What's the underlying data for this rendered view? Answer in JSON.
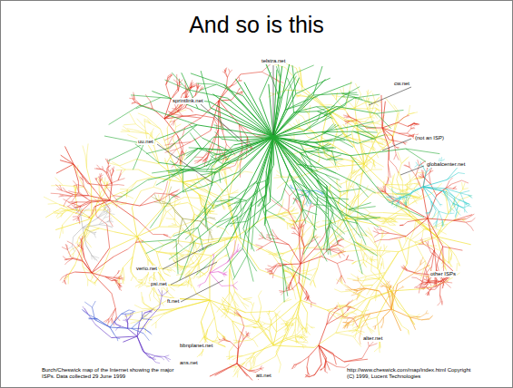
{
  "diagram": {
    "title": "And so is this",
    "labels": [
      "telstra.net",
      "cw.net",
      "sprintlink.net",
      "(not an ISP)",
      "globalcenter.net",
      "uu.net",
      "verio.net",
      "psi.net",
      "ft.net",
      "other ISPs",
      "bbnplanet.net",
      "alter.net",
      "ans.net",
      "att.net",
      "Burch/Cheswick map of the Internet showing the major ISPs. Data collected 29 June 1999",
      "http://www.cheswick.com/map/index.html Copyright (C) 1999, Lucent Technologies"
    ]
  }
}
